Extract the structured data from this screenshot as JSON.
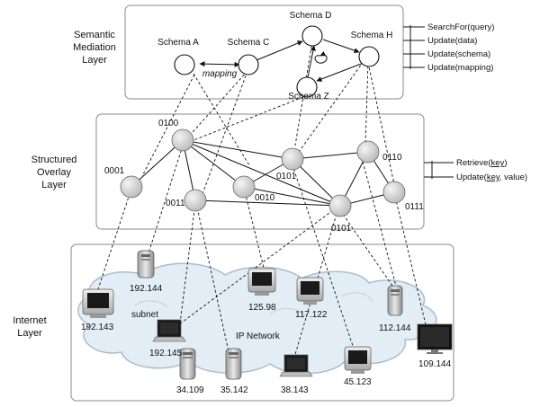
{
  "layers": {
    "semantic": [
      "Semantic",
      "Mediation",
      "Layer"
    ],
    "overlay": [
      "Structured",
      "Overlay",
      "Layer"
    ],
    "internet": [
      "Internet",
      "Layer"
    ]
  },
  "semantic": {
    "schema_a": "Schema A",
    "schema_c": "Schema C",
    "schema_d": "Schema D",
    "schema_h": "Schema H",
    "schema_z": "Schema Z",
    "mapping": "mapping"
  },
  "semantic_api": [
    "SearchFor(query)",
    "Update(data)",
    "Update(schema)",
    "Update(mapping)"
  ],
  "overlay": {
    "n0100": "0100",
    "n0001": "0001",
    "n0011": "0011",
    "n0010": "0010",
    "n0101a": "0101",
    "n0110": "0110",
    "n0101b": "0101",
    "n0111": "0111"
  },
  "overlay_api": {
    "retrieve_prefix": "Retrieve(",
    "retrieve_key": "key",
    "retrieve_suffix": ")",
    "update_prefix": "Update(",
    "update_key": "key",
    "update_suffix": ", value)"
  },
  "internet": {
    "subnet": "subnet",
    "ip_network": "IP Network"
  },
  "hosts": {
    "h192_143": "192.143",
    "h192_144": "192.144",
    "h192_145": "192.145",
    "h34_109": "34.109",
    "h35_142": "35.142",
    "h125_98": "125.98",
    "h117_122": "117.122",
    "h38_143": "38.143",
    "h45_123": "45.123",
    "h112_144": "112.144",
    "h109_144": "109.144"
  },
  "colors": {
    "node_fill": "#d9d9d9",
    "cloud_fill": "#e2edf5",
    "cloud_stroke": "#a8bfcf",
    "panel_stroke": "#8a8a8a",
    "line": "#111111"
  }
}
